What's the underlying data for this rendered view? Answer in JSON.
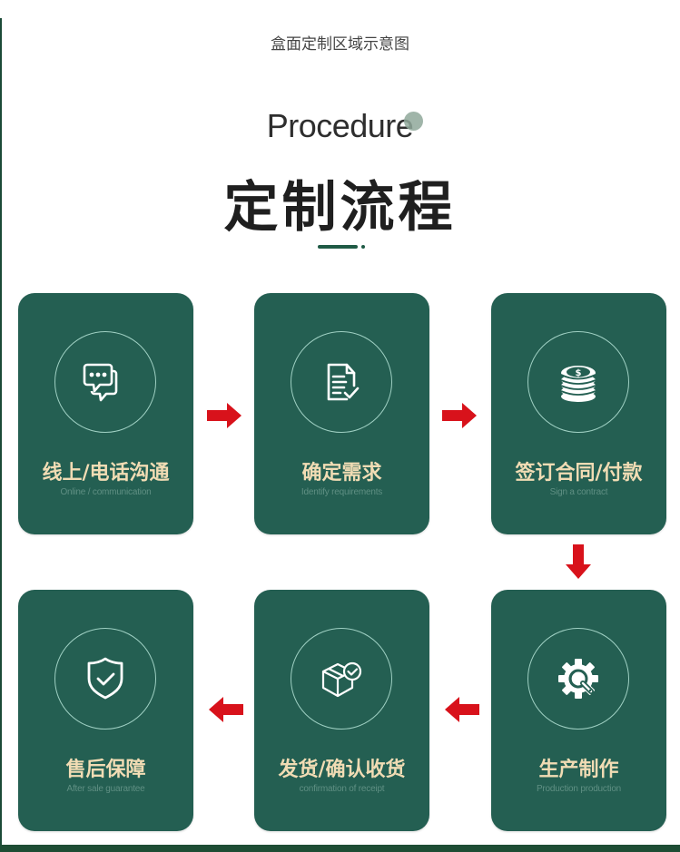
{
  "header": {
    "caption": "盒面定制区域示意图",
    "title_en": "Procedure",
    "title_cn": "定制流程"
  },
  "colors": {
    "card_bg": "#245f52",
    "card_title": "#f1dcb4",
    "card_subtitle": "#5f8f83",
    "ring": "#9fd0c3",
    "arrow": "#d8121b",
    "accent_green": "#1f5a45"
  },
  "steps": [
    {
      "order": 1,
      "title": "线上/电话沟通",
      "subtitle": "Online / communication",
      "icon": "chat-bubbles-icon"
    },
    {
      "order": 2,
      "title": "确定需求",
      "subtitle": "Identify requirements",
      "icon": "document-check-icon"
    },
    {
      "order": 3,
      "title": "签订合同/付款",
      "subtitle": "Sign a contract",
      "icon": "coin-stack-icon"
    },
    {
      "order": 4,
      "title": "生产制作",
      "subtitle": "Production production",
      "icon": "gear-wrench-icon"
    },
    {
      "order": 5,
      "title": "发货/确认收货",
      "subtitle": "confirmation of receipt",
      "icon": "box-check-icon"
    },
    {
      "order": 6,
      "title": "售后保障",
      "subtitle": "After sale guarantee",
      "icon": "shield-check-icon"
    }
  ],
  "arrows": [
    {
      "from": 1,
      "to": 2,
      "direction": "right"
    },
    {
      "from": 2,
      "to": 3,
      "direction": "right"
    },
    {
      "from": 3,
      "to": 4,
      "direction": "down"
    },
    {
      "from": 4,
      "to": 5,
      "direction": "left"
    },
    {
      "from": 5,
      "to": 6,
      "direction": "left"
    }
  ]
}
